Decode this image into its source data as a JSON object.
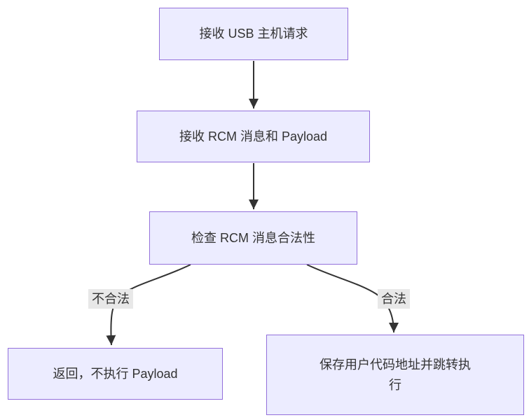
{
  "flow": {
    "type": "flowchart",
    "direction": "top-down",
    "colors": {
      "node_fill": "#ECECFF",
      "node_border": "#9370DB",
      "arrow": "#333333",
      "edge_label_bg": "#e8e8e8",
      "text": "#333333",
      "background": "#ffffff"
    },
    "nodes": [
      {
        "id": "receive-usb-request",
        "label": "接收 USB 主机请求"
      },
      {
        "id": "receive-rcm-payload",
        "label": "接收 RCM 消息和 Payload"
      },
      {
        "id": "check-rcm-validity",
        "label": "检查 RCM 消息合法性"
      },
      {
        "id": "return-no-payload",
        "label": "返回，不执行 Payload"
      },
      {
        "id": "save-addr-jump",
        "label": "保存用户代码地址并跳转执\n行"
      }
    ],
    "edges": [
      {
        "from": "接收 USB 主机请求",
        "to": "接收 RCM 消息和 Payload",
        "label": ""
      },
      {
        "from": "接收 RCM 消息和 Payload",
        "to": "检查 RCM 消息合法性",
        "label": ""
      },
      {
        "from": "检查 RCM 消息合法性",
        "to": "返回，不执行 Payload",
        "label": "不合法"
      },
      {
        "from": "检查 RCM 消息合法性",
        "to": "保存用户代码地址并跳转执行",
        "label": "合法"
      }
    ]
  }
}
